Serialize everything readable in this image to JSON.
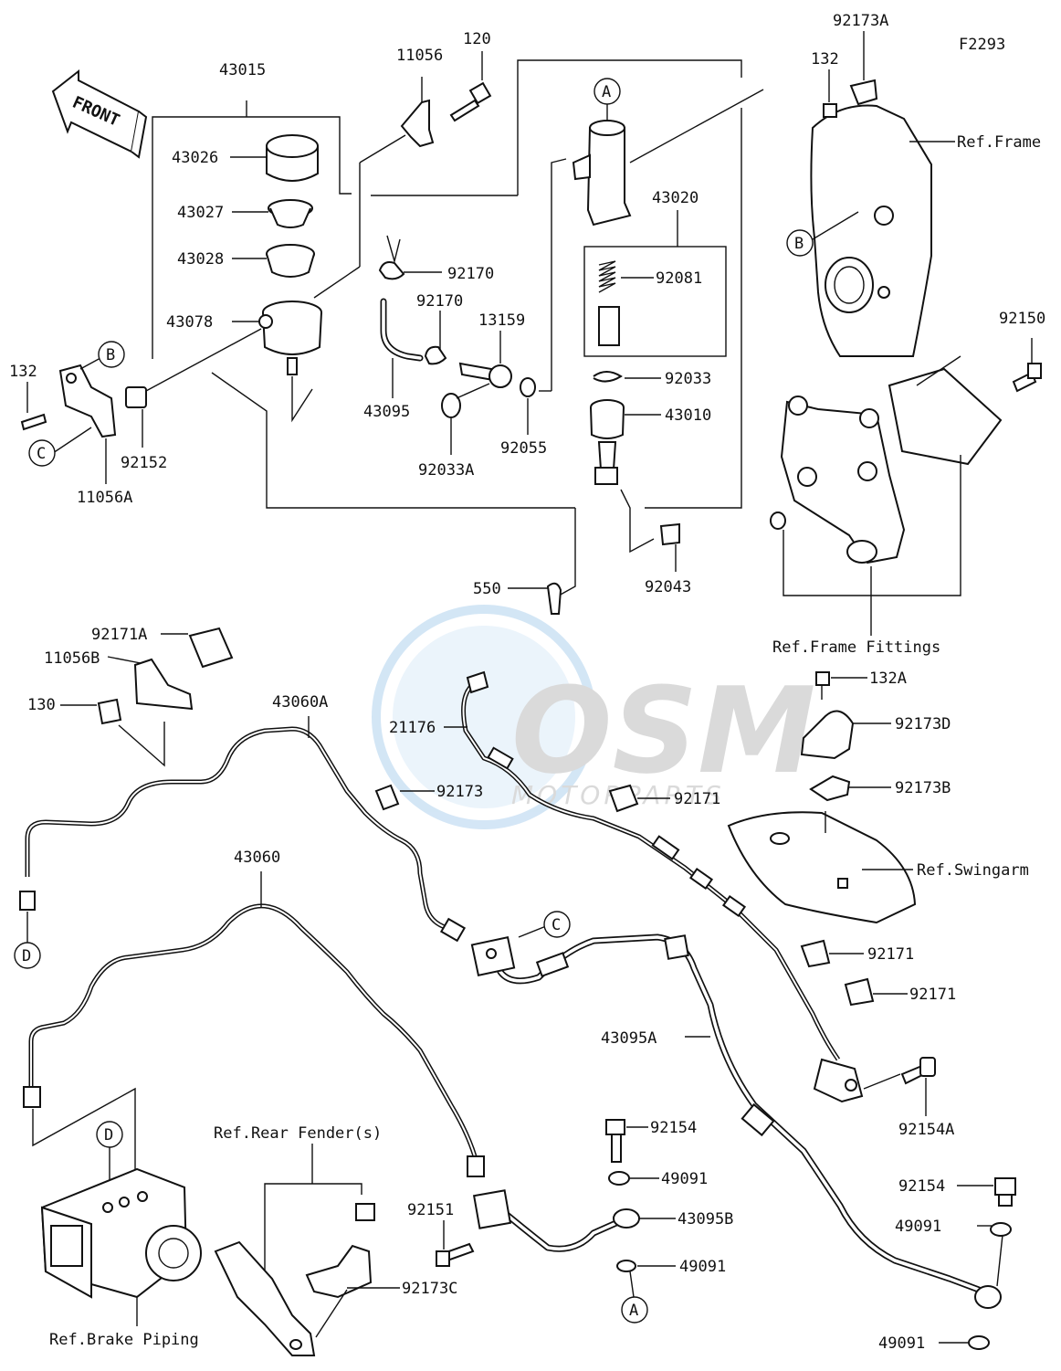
{
  "diagram_code": "F2293",
  "front_label": "FRONT",
  "watermark": {
    "main": "OSM",
    "sub": "MOTORPARTS"
  },
  "ref_labels": {
    "frame": "Ref.Frame",
    "frame_fittings": "Ref.Frame Fittings",
    "swingarm": "Ref.Swingarm",
    "rear_fender": "Ref.Rear Fender(s)",
    "brake_piping": "Ref.Brake Piping"
  },
  "callouts": {
    "A": "A",
    "B": "B",
    "C": "C",
    "D": "D"
  },
  "parts": {
    "p43015": "43015",
    "p43026": "43026",
    "p43027": "43027",
    "p43028": "43028",
    "p43078": "43078",
    "p11056": "11056",
    "p120": "120",
    "p92170a": "92170",
    "p92170b": "92170",
    "p13159": "13159",
    "p43095": "43095",
    "p92033A": "92033A",
    "p92055": "92055",
    "p43020": "43020",
    "p92081": "92081",
    "p92033": "92033",
    "p43010": "43010",
    "p550": "550",
    "p92043": "92043",
    "p92173A": "92173A",
    "p132_top": "132",
    "p92150": "92150",
    "p132_left": "132",
    "p92152": "92152",
    "p11056A": "11056A",
    "p92171A": "92171A",
    "p11056B": "11056B",
    "p130": "130",
    "p43060A": "43060A",
    "p21176": "21176",
    "p92173": "92173",
    "p92171a": "92171",
    "p132A": "132A",
    "p92173D": "92173D",
    "p92173B": "92173B",
    "p92171b": "92171",
    "p92171c": "92171",
    "p43060": "43060",
    "p43095A": "43095A",
    "p92154A": "92154A",
    "p92154a": "92154",
    "p49091a": "49091",
    "p43095B": "43095B",
    "p49091b": "49091",
    "p92151": "92151",
    "p92173C": "92173C",
    "p92154b": "92154",
    "p49091c": "49091",
    "p49091d": "49091"
  }
}
